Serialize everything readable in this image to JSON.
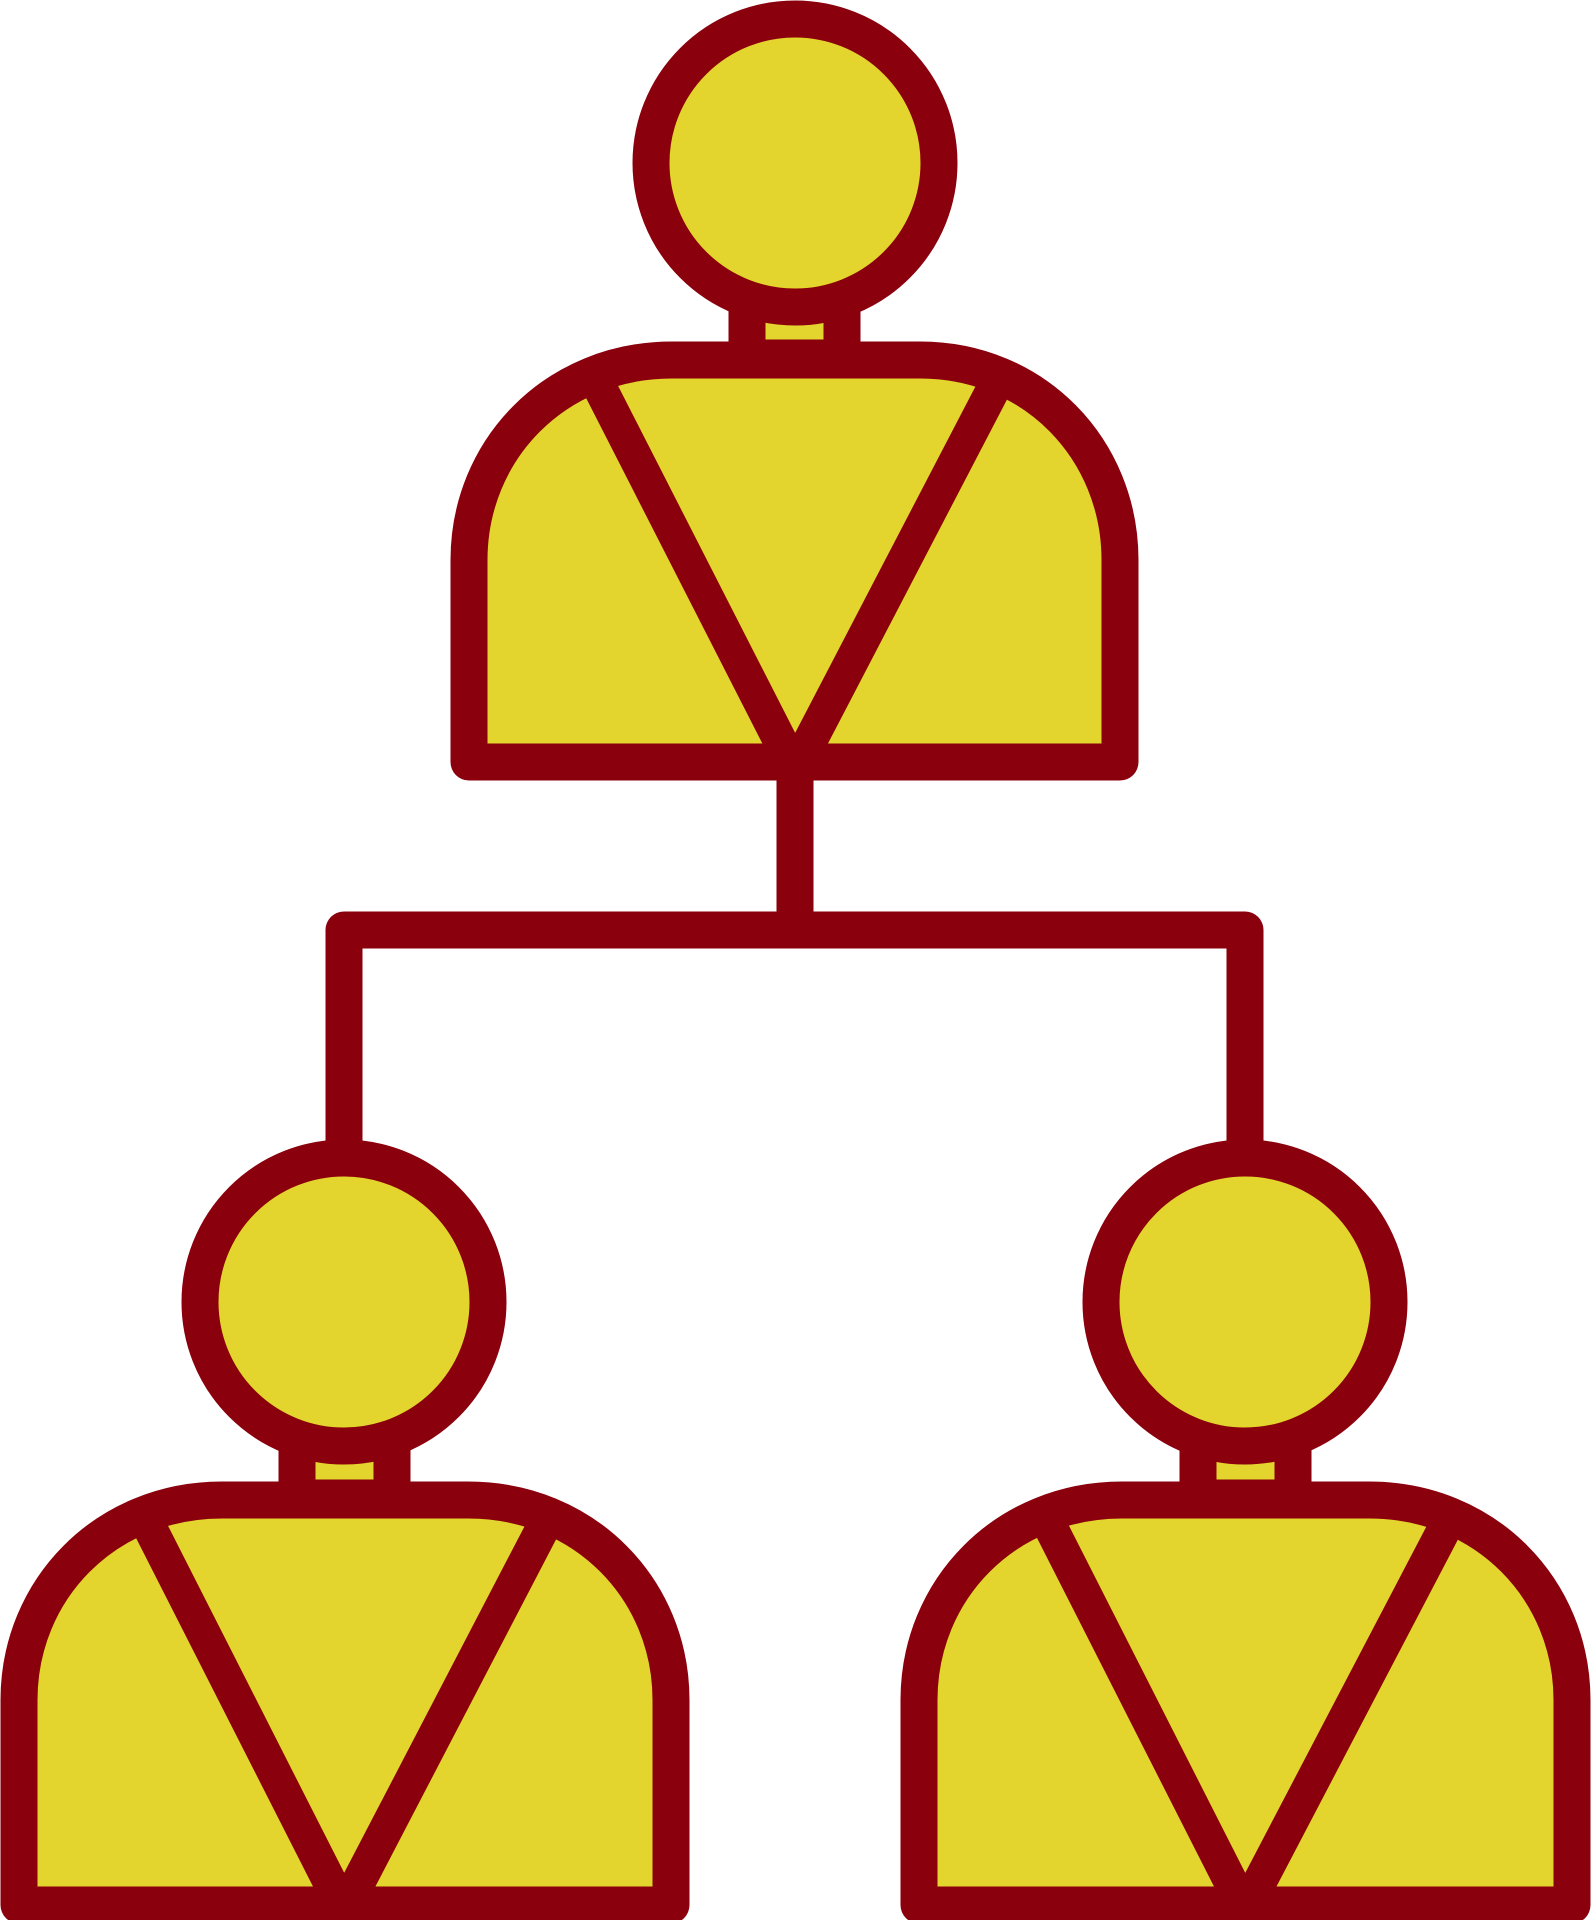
{
  "icon": {
    "name": "organization-hierarchy-icon",
    "people": [
      {
        "role": "top"
      },
      {
        "role": "bottom-left"
      },
      {
        "role": "bottom-right"
      }
    ]
  },
  "colors": {
    "fill": "#E3D52E",
    "stroke": "#8B000D",
    "background": "#FFFFFF"
  }
}
